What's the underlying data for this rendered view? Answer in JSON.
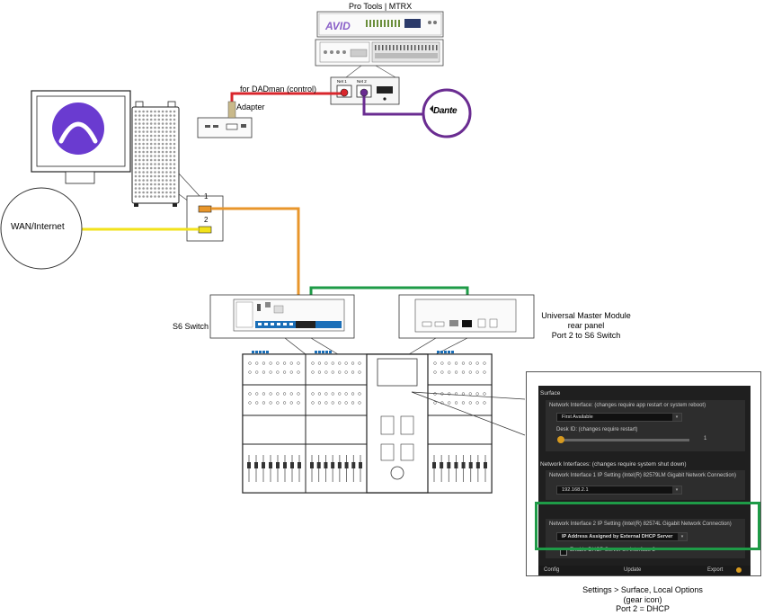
{
  "labels": {
    "mtrx_title": "Pro Tools | MTRX",
    "net1": "Net 1",
    "net2": "Net 2",
    "dadman_control": "for DADman (control)",
    "adapter": "Adapter",
    "dante": "Dante",
    "wan": "WAN/Internet",
    "port1": "1",
    "port2": "2",
    "s6_switch": "S6 Switch",
    "umm_line1": "Universal Master Module",
    "umm_line2": "rear panel",
    "umm_line3": "Port 2 to S6 Switch",
    "caption_line1": "Settings > Surface, Local Options",
    "caption_line2": "(gear icon)",
    "caption_line3": "Port 2 = DHCP"
  },
  "settings_panel": {
    "surface_heading": "Surface",
    "network_interface_label": "Network Interface: (changes require app restart or system reboot)",
    "network_interface_value": "First Available",
    "desk_id_label": "Desk ID: (changes require restart)",
    "desk_id_value": "1",
    "interfaces_heading": "Network Interfaces: (changes require system shut down)",
    "if1_label": "Network Interface 1 IP Setting (Intel(R) 82579LM Gigabit Network Connection)",
    "if1_value": "192.168.2.1",
    "if2_label": "Network Interface 2 IP Setting (Intel(R) 82574L Gigabit Network Connection)",
    "if2_value": "IP Address Assigned by External DHCP Server",
    "dhcp_checkbox_label": "Enable DHCP Server on Interface 2",
    "footer_config": "Config",
    "footer_update": "Update",
    "footer_export": "Export"
  },
  "colors": {
    "dadman_cable": "#d9262c",
    "dante_cable": "#6a2c91",
    "wan_cable": "#f2e21b",
    "orange_cable": "#e8962b",
    "green_cable": "#1e9b47",
    "pro_tools_purple": "#6a3bd0",
    "highlight_green": "#1e9b47",
    "port_blue": "#1b6fb8"
  },
  "icons": {
    "pro_tools_logo": "pro-tools-logo-icon",
    "avid_logo": "avid-logo-icon",
    "dante_logo": "dante-logo-icon",
    "gear": "gear-icon"
  }
}
